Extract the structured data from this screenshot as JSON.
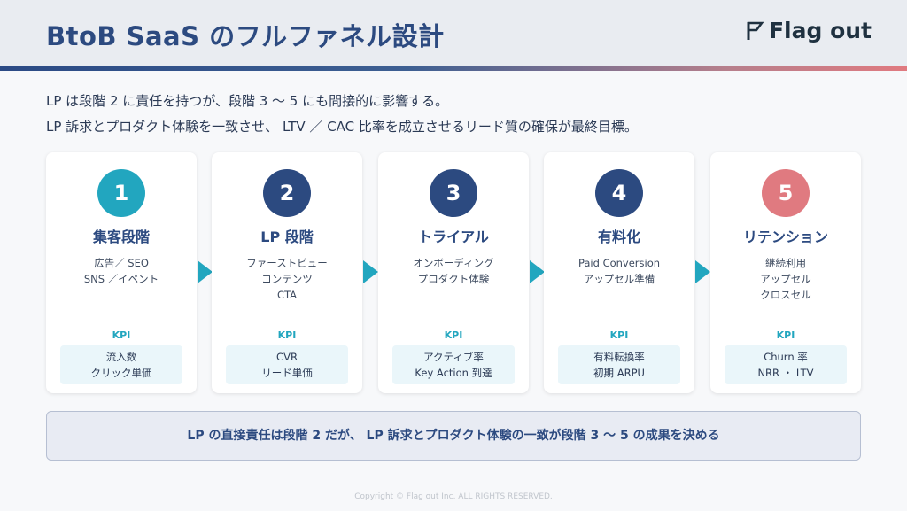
{
  "header": {
    "title": "BtoB SaaS のフルファネル設計",
    "logo_text": "Flag out"
  },
  "lead": {
    "line1": "LP は段階 2 に責任を持つが、段階 3 〜 5 にも間接的に影響する。",
    "line2": "LP 訴求とプロダクト体験を一致させ、 LTV ／ CAC 比率を成立させるリード質の確保が最終目標。"
  },
  "kpi_label": "KPI",
  "stages": [
    {
      "number": "1",
      "title": "集客段階",
      "desc1": "広告／ SEO",
      "desc2": "SNS ／イベント",
      "desc3": "",
      "kpi1": "流入数",
      "kpi2": "クリック単価",
      "color": "#22a6bf"
    },
    {
      "number": "2",
      "title": "LP 段階",
      "desc1": "ファーストビュー",
      "desc2": "コンテンツ",
      "desc3": "CTA",
      "kpi1": "CVR",
      "kpi2": "リード単価",
      "color": "#2c4a80"
    },
    {
      "number": "3",
      "title": "トライアル",
      "desc1": "オンボーディング",
      "desc2": "プロダクト体験",
      "desc3": "",
      "kpi1": "アクティブ率",
      "kpi2": "Key Action 到達",
      "color": "#2c4a80"
    },
    {
      "number": "4",
      "title": "有料化",
      "desc1": "Paid Conversion",
      "desc2": "アップセル準備",
      "desc3": "",
      "kpi1": "有料転換率",
      "kpi2": "初期 ARPU",
      "color": "#2c4a80"
    },
    {
      "number": "5",
      "title": "リテンション",
      "desc1": "継続利用",
      "desc2": "アップセル",
      "desc3": "クロスセル",
      "kpi1": "Churn 率",
      "kpi2": "NRR ・ LTV",
      "color": "#e07a80"
    }
  ],
  "banner": "LP の直接責任は段階 2 だが、 LP 訴求とプロダクト体験の一致が段階 3 〜 5 の成果を決める",
  "footer": "Copyright © Flag out Inc. ALL RIGHTS RESERVED.",
  "colors": {
    "navy": "#2c4a80",
    "teal": "#22a6bf",
    "coral": "#e07a80"
  },
  "icons": {
    "logo": "flag-icon",
    "arrow": "triangle-right-icon"
  }
}
